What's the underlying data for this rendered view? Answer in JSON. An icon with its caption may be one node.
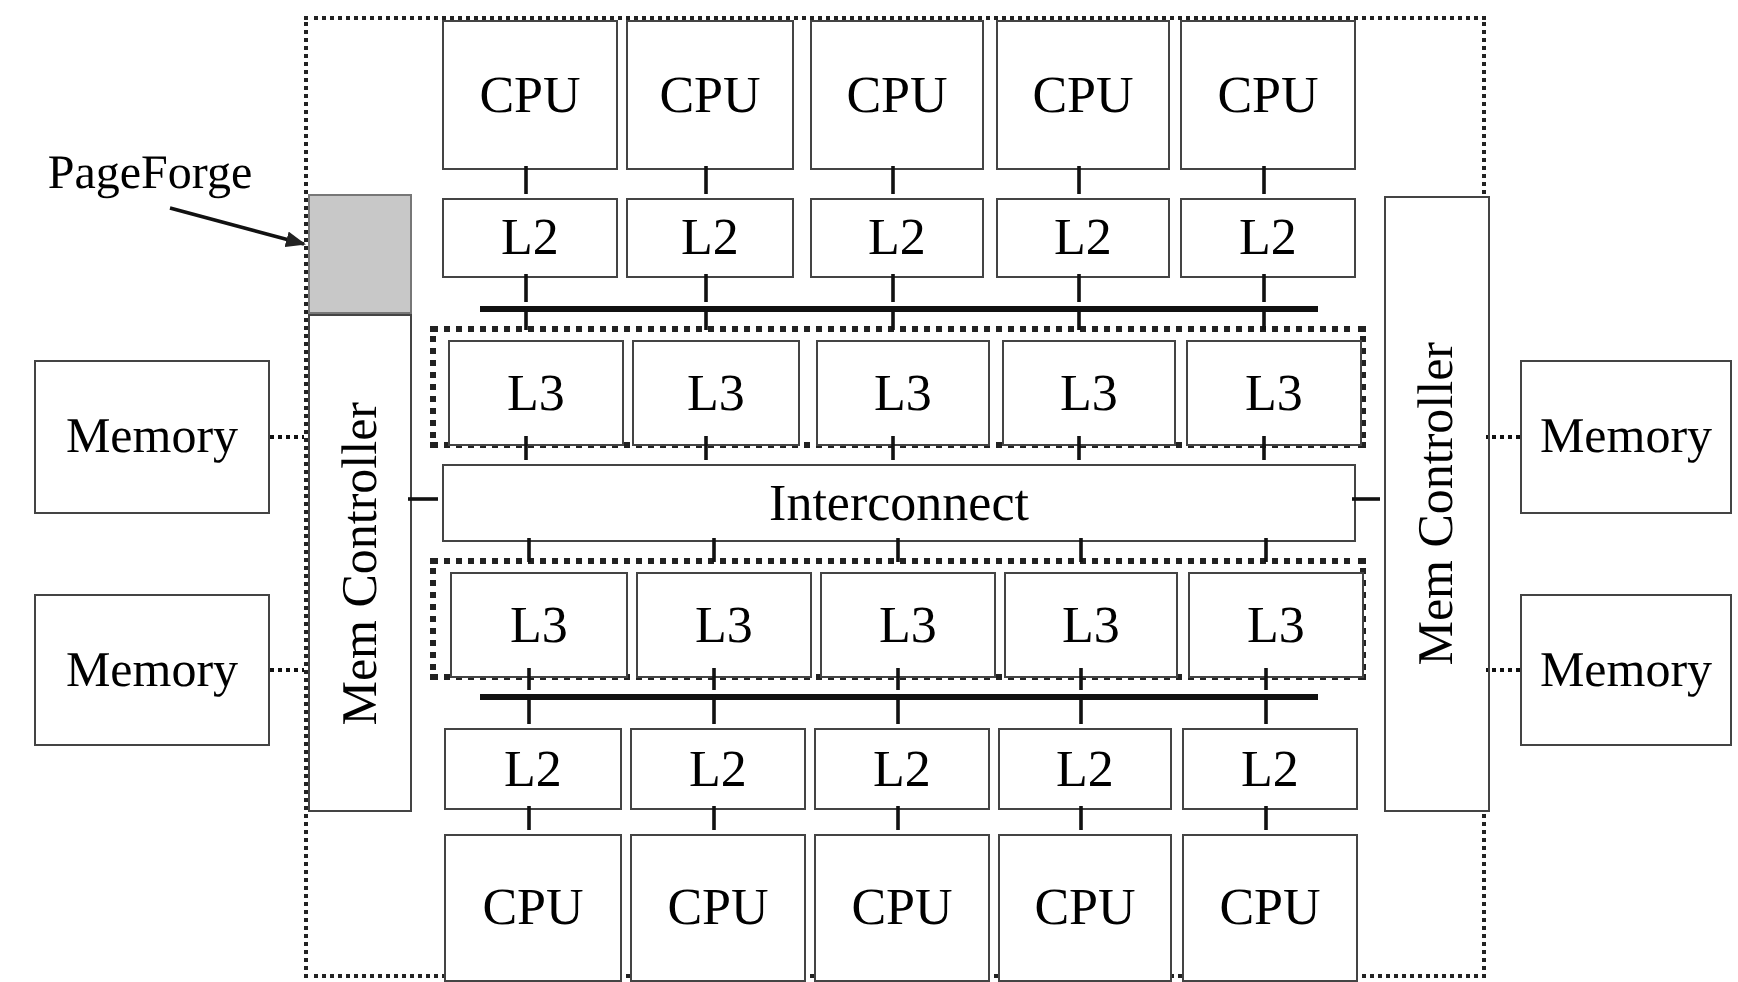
{
  "diagram": {
    "nodes": [
      {
        "text": [],
        "shape": "box"
      },
      {
        "text": [
          "CPU"
        ],
        "in": 0
      },
      {
        "text": [
          "CPU"
        ],
        "in": 0
      },
      {
        "text": [
          "CPU"
        ],
        "in": 0
      },
      {
        "text": [
          "CPU"
        ],
        "in": 0
      },
      {
        "text": [
          "CPU"
        ],
        "in": 0
      },
      {
        "text": [
          "L2"
        ],
        "in": 0
      },
      {
        "text": [
          "L2"
        ],
        "in": 0
      },
      {
        "text": [
          "L2"
        ],
        "in": 0
      },
      {
        "text": [
          "L2"
        ],
        "in": 0
      },
      {
        "text": [
          "L2"
        ],
        "in": 0
      },
      {
        "text": [],
        "shape": "box",
        "in": 0
      },
      {
        "text": [
          "L3"
        ],
        "in": 11
      },
      {
        "text": [
          "L3"
        ],
        "in": 11
      },
      {
        "text": [
          "L3"
        ],
        "in": 11
      },
      {
        "text": [
          "L3"
        ],
        "in": 11
      },
      {
        "text": [
          "L3"
        ],
        "in": 11
      },
      {
        "text": [
          "PageForge"
        ]
      },
      {
        "text": [],
        "shape": "box",
        "in": 0
      },
      {
        "text": [
          "Mem Controller"
        ],
        "in": 0
      },
      {
        "text": [
          "Mem Controller"
        ],
        "in": 0
      },
      {
        "text": [
          "Memory"
        ]
      },
      {
        "text": [
          "Memory"
        ]
      },
      {
        "text": [
          "Memory"
        ]
      },
      {
        "text": [
          "Memory"
        ]
      },
      {
        "text": [
          "Interconnect"
        ],
        "in": 0
      },
      {
        "text": [],
        "shape": "box",
        "in": 0
      },
      {
        "text": [
          "L3"
        ],
        "in": 26
      },
      {
        "text": [
          "L3"
        ],
        "in": 26
      },
      {
        "text": [
          "L3"
        ],
        "in": 26
      },
      {
        "text": [
          "L3"
        ],
        "in": 26
      },
      {
        "text": [
          "L3"
        ],
        "in": 26
      },
      {
        "text": [
          "L2"
        ],
        "in": 0
      },
      {
        "text": [
          "L2"
        ],
        "in": 0
      },
      {
        "text": [
          "L2"
        ],
        "in": 0
      },
      {
        "text": [
          "L2"
        ],
        "in": 0
      },
      {
        "text": [
          "L2"
        ],
        "in": 0
      },
      {
        "text": [
          "CPU"
        ],
        "in": 0
      },
      {
        "text": [
          "CPU"
        ],
        "in": 0
      },
      {
        "text": [
          "CPU"
        ],
        "in": 0
      },
      {
        "text": [
          "CPU"
        ],
        "in": 0
      },
      {
        "text": [
          "CPU"
        ],
        "in": 0
      },
      {
        "text": [],
        "shape": "bar",
        "in": 0
      },
      {
        "text": [],
        "shape": "bar",
        "in": 0
      }
    ],
    "edges": [
      {
        "from": 1,
        "to": 6,
        "arrow": "none"
      },
      {
        "from": 2,
        "to": 7,
        "arrow": "none"
      },
      {
        "from": 3,
        "to": 8,
        "arrow": "none"
      },
      {
        "from": 4,
        "to": 9,
        "arrow": "none"
      },
      {
        "from": 5,
        "to": 10,
        "arrow": "none"
      },
      {
        "from": 6,
        "to": 42,
        "arrow": "none"
      },
      {
        "from": 7,
        "to": 42,
        "arrow": "none"
      },
      {
        "from": 8,
        "to": 42,
        "arrow": "none"
      },
      {
        "from": 9,
        "to": 42,
        "arrow": "none"
      },
      {
        "from": 10,
        "to": 42,
        "arrow": "none"
      },
      {
        "from": 42,
        "to": 12,
        "arrow": "none"
      },
      {
        "from": 42,
        "to": 13,
        "arrow": "none"
      },
      {
        "from": 42,
        "to": 14,
        "arrow": "none"
      },
      {
        "from": 42,
        "to": 15,
        "arrow": "none"
      },
      {
        "from": 42,
        "to": 16,
        "arrow": "none"
      },
      {
        "from": 12,
        "to": 25,
        "arrow": "none"
      },
      {
        "from": 13,
        "to": 25,
        "arrow": "none"
      },
      {
        "from": 14,
        "to": 25,
        "arrow": "none"
      },
      {
        "from": 15,
        "to": 25,
        "arrow": "none"
      },
      {
        "from": 16,
        "to": 25,
        "arrow": "none"
      },
      {
        "from": 25,
        "to": 27,
        "arrow": "none"
      },
      {
        "from": 25,
        "to": 28,
        "arrow": "none"
      },
      {
        "from": 25,
        "to": 29,
        "arrow": "none"
      },
      {
        "from": 25,
        "to": 30,
        "arrow": "none"
      },
      {
        "from": 25,
        "to": 31,
        "arrow": "none"
      },
      {
        "from": 27,
        "to": 43,
        "arrow": "none"
      },
      {
        "from": 28,
        "to": 43,
        "arrow": "none"
      },
      {
        "from": 29,
        "to": 43,
        "arrow": "none"
      },
      {
        "from": 30,
        "to": 43,
        "arrow": "none"
      },
      {
        "from": 31,
        "to": 43,
        "arrow": "none"
      },
      {
        "from": 43,
        "to": 32,
        "arrow": "none"
      },
      {
        "from": 43,
        "to": 33,
        "arrow": "none"
      },
      {
        "from": 43,
        "to": 34,
        "arrow": "none"
      },
      {
        "from": 43,
        "to": 35,
        "arrow": "none"
      },
      {
        "from": 43,
        "to": 36,
        "arrow": "none"
      },
      {
        "from": 32,
        "to": 37,
        "arrow": "none"
      },
      {
        "from": 33,
        "to": 38,
        "arrow": "none"
      },
      {
        "from": 34,
        "to": 39,
        "arrow": "none"
      },
      {
        "from": 35,
        "to": 40,
        "arrow": "none"
      },
      {
        "from": 36,
        "to": 41,
        "arrow": "none"
      },
      {
        "from": 19,
        "to": 25,
        "arrow": "none"
      },
      {
        "from": 20,
        "to": 25,
        "arrow": "none"
      },
      {
        "from": 21,
        "to": 19,
        "arrow": "none",
        "style": "dashed"
      },
      {
        "from": 22,
        "to": 19,
        "arrow": "none",
        "style": "dashed"
      },
      {
        "from": 23,
        "to": 20,
        "arrow": "none",
        "style": "dashed"
      },
      {
        "from": 24,
        "to": 20,
        "arrow": "none",
        "style": "dashed"
      },
      {
        "from": 17,
        "to": 18,
        "arrow": "to"
      }
    ]
  }
}
